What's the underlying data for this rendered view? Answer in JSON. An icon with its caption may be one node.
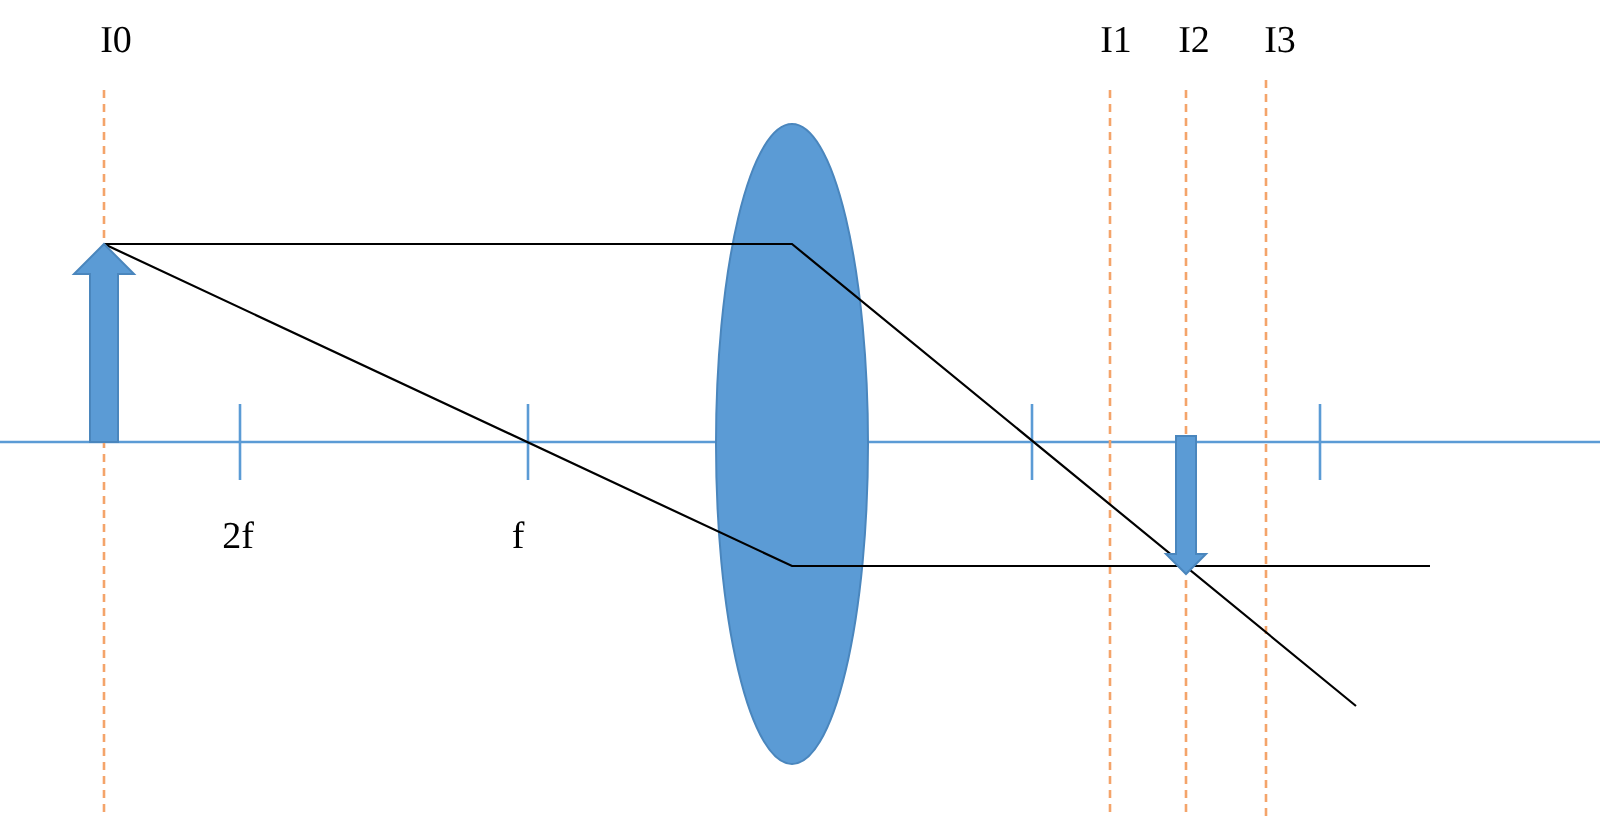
{
  "diagram": {
    "labels": [
      "I0",
      "I1",
      "I2",
      "I3",
      "2f",
      "f"
    ]
  }
}
